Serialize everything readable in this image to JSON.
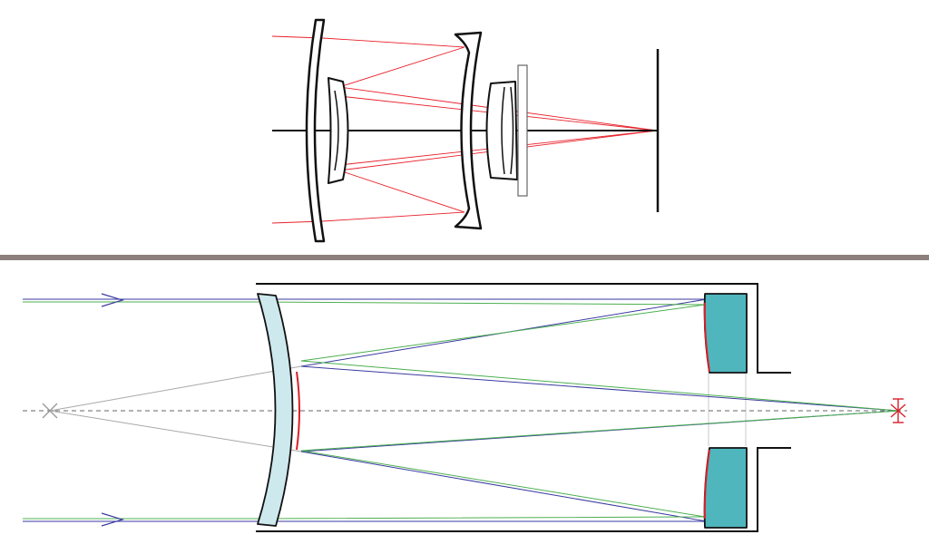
{
  "colors": {
    "background": "#ffffff",
    "outline": "#111111",
    "ray_red": "#e8202a",
    "ray_blue": "#3a3aa0",
    "ray_green": "#4caf50",
    "ray_gray": "#a8a8a8",
    "divider": "#8c7f7c",
    "corrector_fill": "#cde9ee",
    "mirror_fill": "#4fb6bd",
    "mirror_coating": "#d8202a",
    "filter_fill": "#ffffff"
  },
  "diagrams": [
    {
      "id": "refractive-lens-layout",
      "elements": [
        "front-meniscus-lens",
        "front-secondary-lens",
        "rear-meniscus-lens",
        "rear-secondary-lens",
        "filter-plate",
        "optical-axis",
        "image-plane"
      ]
    },
    {
      "id": "catadioptric-layout",
      "elements": [
        "tube-outline",
        "meniscus-corrector",
        "primary-mirror-upper",
        "primary-mirror-lower",
        "optical-axis",
        "virtual-focus-marker",
        "focal-point-marker",
        "incoming-rays"
      ]
    }
  ]
}
